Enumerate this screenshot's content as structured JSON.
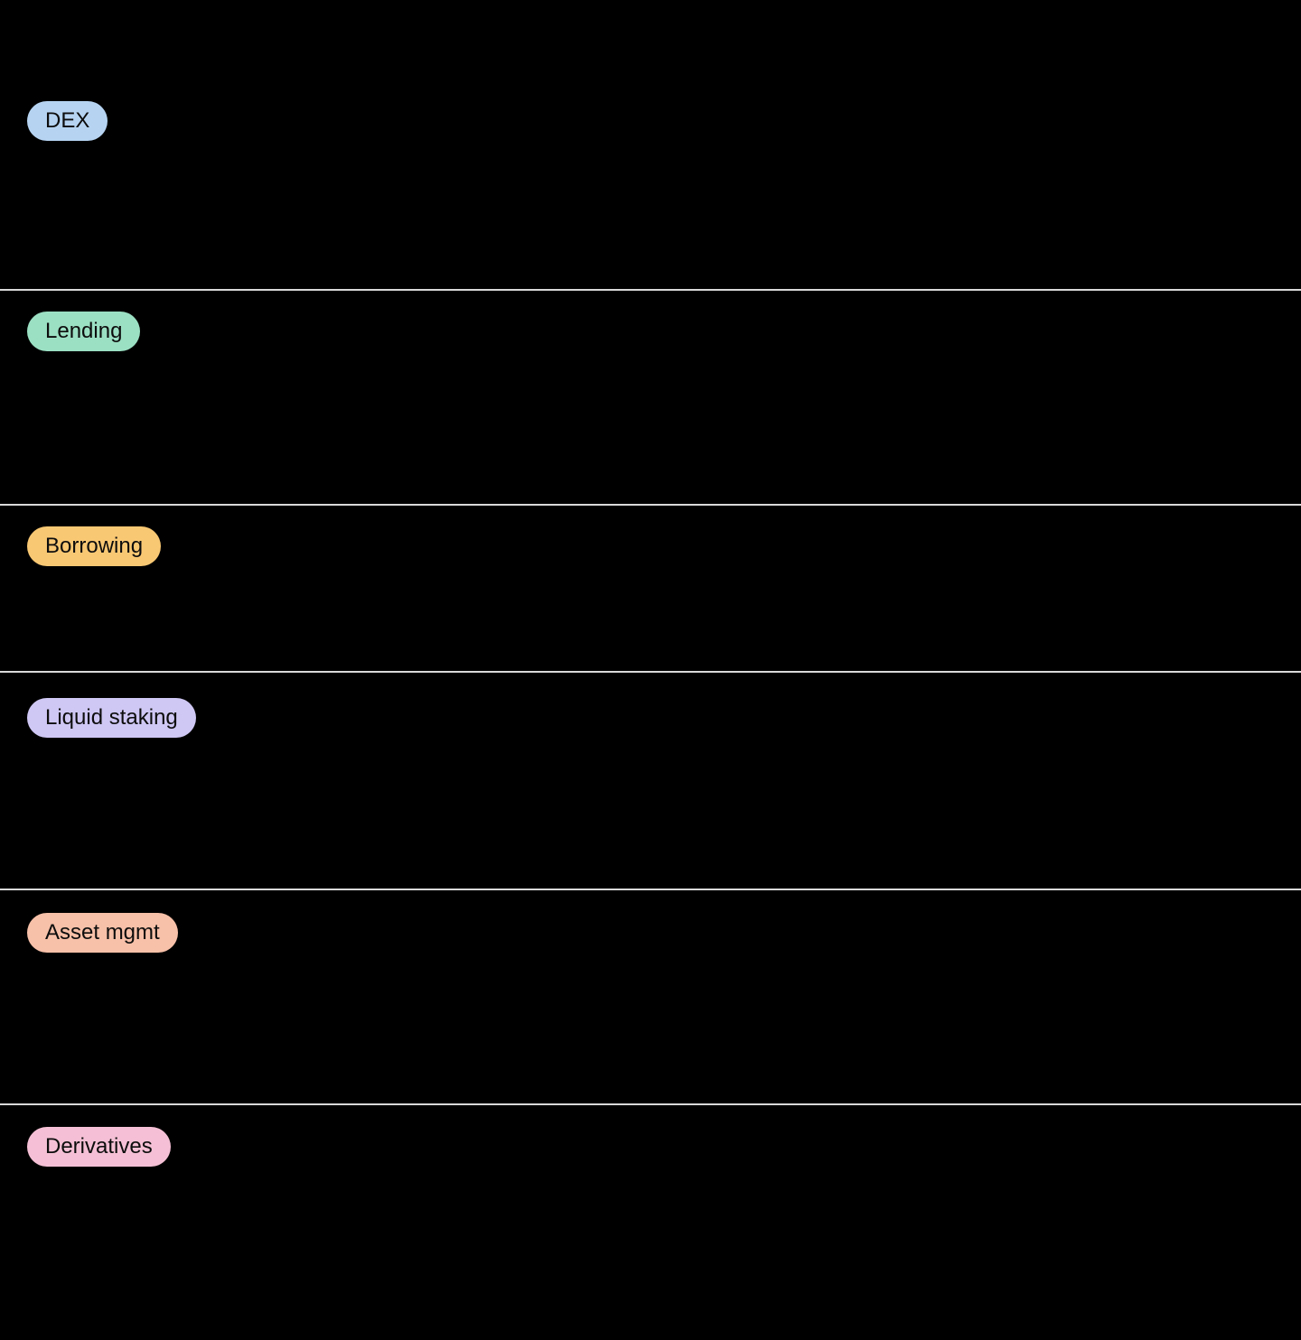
{
  "page": {
    "background_color": "#000000",
    "separator_color": "#d9d9d9",
    "pill_text_color": "#0d0d0d"
  },
  "rows": [
    {
      "label": "DEX",
      "color": "#b6d4f2"
    },
    {
      "label": "Lending",
      "color": "#9be0c3"
    },
    {
      "label": "Borrowing",
      "color": "#f9c873"
    },
    {
      "label": "Liquid staking",
      "color": "#cfc7f4"
    },
    {
      "label": "Asset mgmt",
      "color": "#f7c0a8"
    },
    {
      "label": "Derivatives",
      "color": "#f5c0d5"
    }
  ]
}
